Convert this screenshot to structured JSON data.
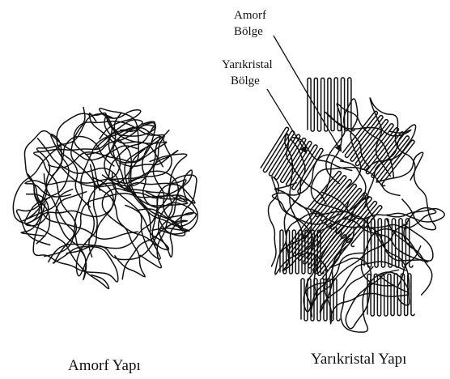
{
  "labels": {
    "amorphous_structure": "Amorf Yapı",
    "semicrystalline_structure": "Yarıkristal Yapı",
    "amorphous_region_line1": "Amorf",
    "amorphous_region_line2": "Bölge",
    "semicrystalline_region_line1": "Yarıkristal",
    "semicrystalline_region_line2": "Bölge"
  }
}
